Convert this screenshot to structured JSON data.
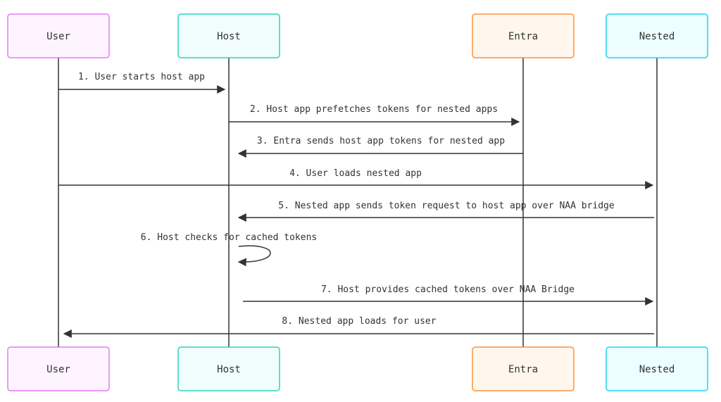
{
  "actors": [
    {
      "id": "user",
      "label": "User",
      "fill": "#FDF4FF",
      "stroke": "#E879F9"
    },
    {
      "id": "host",
      "label": "Host",
      "fill": "#F0FDFA",
      "stroke": "#2DD4BF"
    },
    {
      "id": "entra",
      "label": "Entra",
      "fill": "#FFF7ED",
      "stroke": "#FB923C"
    },
    {
      "id": "nested",
      "label": "Nested",
      "fill": "#ECFEFF",
      "stroke": "#22D3EE"
    }
  ],
  "messages": [
    {
      "from": "user",
      "to": "host",
      "label": "1. User starts host app"
    },
    {
      "from": "host",
      "to": "entra",
      "label": "2. Host app prefetches tokens for nested apps"
    },
    {
      "from": "entra",
      "to": "host",
      "label": "3. Entra sends host app tokens for nested app"
    },
    {
      "from": "user",
      "to": "nested",
      "label": "4. User loads nested app"
    },
    {
      "from": "nested",
      "to": "host",
      "label": "5. Nested app sends token request to host app over NAA bridge"
    },
    {
      "from": "host",
      "to": "host",
      "label": "6. Host checks for cached tokens"
    },
    {
      "from": "host",
      "to": "nested",
      "label": "7. Host provides cached tokens over NAA Bridge"
    },
    {
      "from": "nested",
      "to": "user",
      "label": "8. Nested app loads for user"
    }
  ],
  "colors": {
    "line": "#333333",
    "text": "#333333"
  }
}
